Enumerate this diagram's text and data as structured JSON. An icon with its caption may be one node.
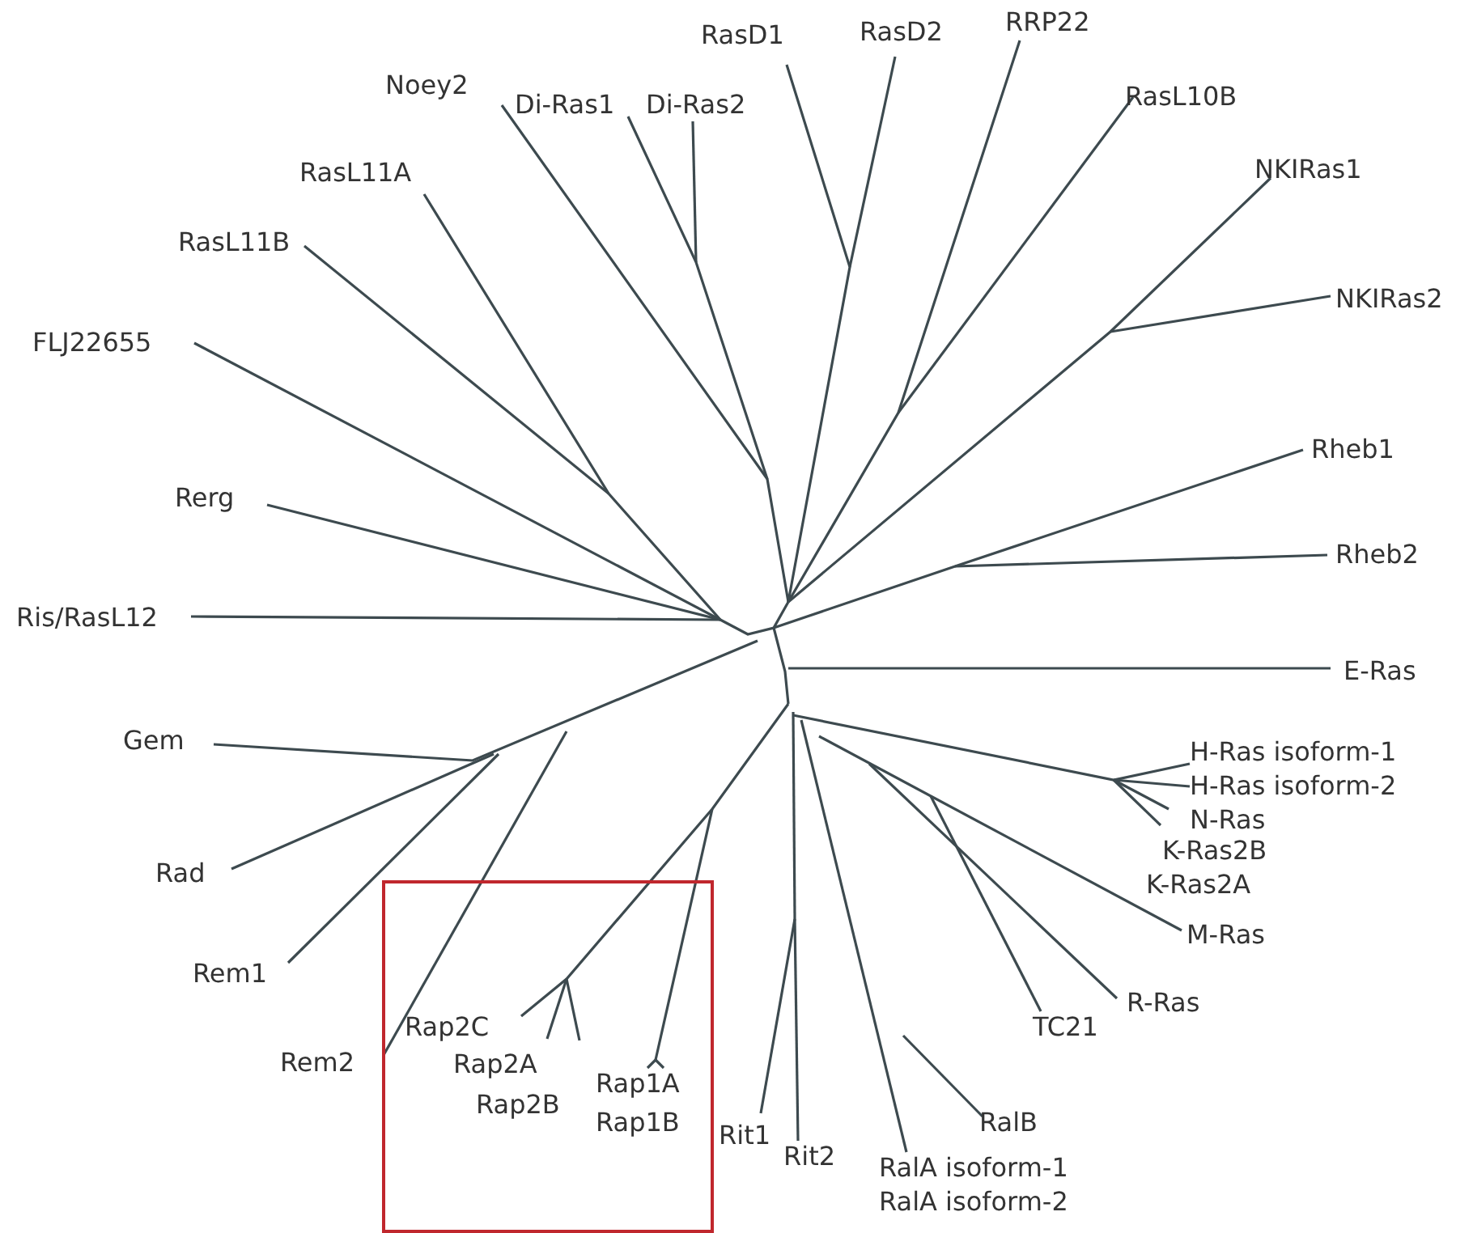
{
  "diagram": {
    "labels": [
      "RasD1",
      "RasD2",
      "RRP22",
      "Noey2",
      "Di-Ras1",
      "Di-Ras2",
      "RasL10B",
      "RasL11A",
      "NKIRas1",
      "RasL11B",
      "NKIRas2",
      "FLJ22655",
      "Rheb1",
      "Rerg",
      "Rheb2",
      "Ris/RasL12",
      "E-Ras",
      "Gem",
      "H-Ras isoform-1",
      "H-Ras isoform-2",
      "N-Ras",
      "Rad",
      "K-Ras2B",
      "K-Ras2A",
      "M-Ras",
      "Rem1",
      "R-Ras",
      "Rap2C",
      "TC21",
      "Rem2",
      "Rap2A",
      "Rap1A",
      "Rap2B",
      "Rap1B",
      "Rit1",
      "RalB",
      "Rit2",
      "RalA isoform-1",
      "RalA isoform-2"
    ]
  }
}
